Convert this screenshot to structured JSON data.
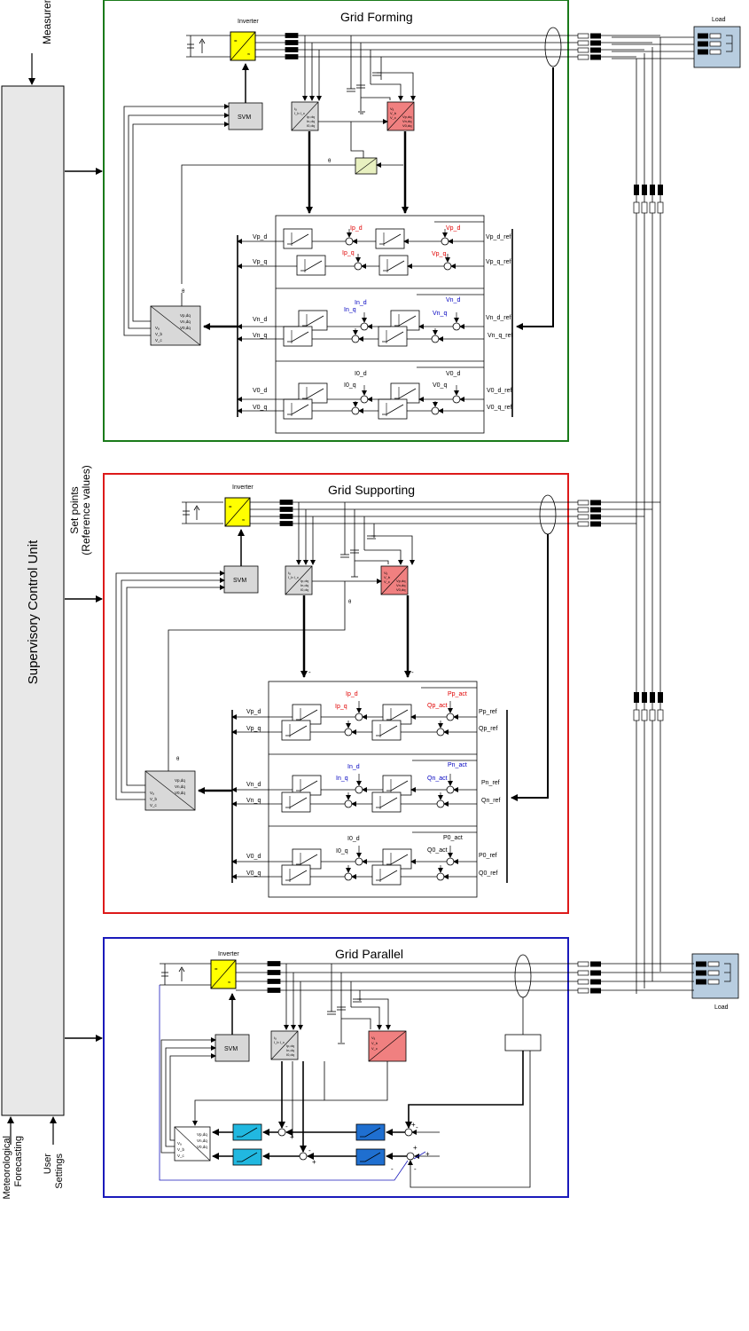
{
  "supervisory": {
    "title": "Supervisory Control Unit",
    "measurements": "Measurements",
    "setpoints_1": "Set points",
    "setpoints_2": "(Reference values)",
    "meteo_1": "Meteorological",
    "meteo_2": "Forecasting",
    "user_1": "User",
    "user_2": "Settings"
  },
  "common": {
    "inverter": "Inverter",
    "svm": "SVM",
    "load": "Load",
    "theta": "θ",
    "minus": "-",
    "plus": "+"
  },
  "grid_forming": {
    "title": "Grid Forming",
    "outputs": [
      "Vp_d",
      "Vp_q",
      "Vn_d",
      "Vn_q",
      "V0_d",
      "V0_q"
    ],
    "refs": [
      "Vp_d_ref",
      "Vp_q_ref",
      "Vn_d_ref",
      "Vn_q_ref",
      "V0_d_ref",
      "V0_q_ref"
    ],
    "currents": [
      "Ip_d",
      "Ip_q",
      "In_d",
      "In_q",
      "I0_d",
      "I0_q"
    ],
    "voltages": [
      "Vp_d",
      "Vp_q",
      "Vn_d",
      "Vn_q",
      "V0_d",
      "V0_q"
    ]
  },
  "grid_supporting": {
    "title": "Grid Supporting",
    "outputs": [
      "Vp_d",
      "Vp_q",
      "Vn_d",
      "Vn_q",
      "V0_d",
      "V0_q"
    ],
    "refs": [
      "Pp_ref",
      "Qp_ref",
      "Pn_ref",
      "Qn_ref",
      "P0_ref",
      "Q0_ref"
    ],
    "currents": [
      "Ip_d",
      "Ip_q",
      "In_d",
      "In_q",
      "I0_d",
      "I0_q"
    ],
    "powers": [
      "Pp_act",
      "Qp_act",
      "Pn_act",
      "Qn_act",
      "P0_act",
      "Q0_act"
    ]
  },
  "grid_parallel": {
    "title": "Grid Parallel"
  },
  "colors": {
    "forming": "#1a7a1a",
    "supporting": "#dd1a1a",
    "parallel": "#1a1abb",
    "inverter": "#ffff00",
    "transform_red": "#f08080",
    "transform_grey": "#d8d8d8",
    "ctrl_blue": "#1f6fd0",
    "ctrl_cyan": "#21b8e0",
    "load_box": "#b8cde0",
    "supervisory_box": "#e8e8e8"
  }
}
